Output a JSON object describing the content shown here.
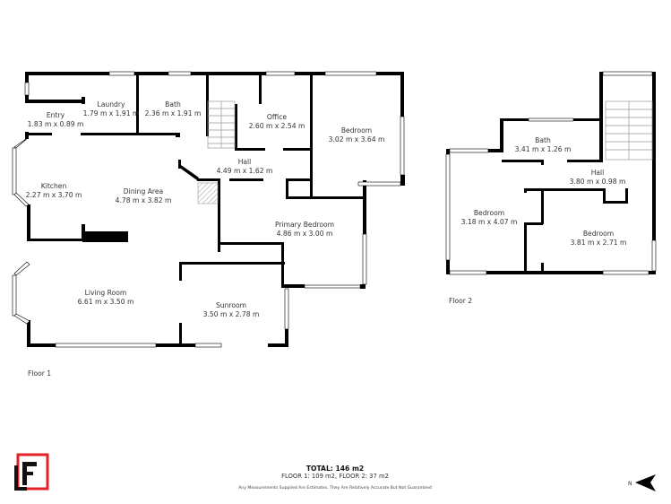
{
  "floor1": {
    "label": "Floor 1",
    "rooms": [
      {
        "name": "Entry",
        "dims": "1.83 m x 0.89 m"
      },
      {
        "name": "Laundry",
        "dims": "1.79 m x 1.91 m"
      },
      {
        "name": "Bath",
        "dims": "2.36 m x 1.91 m"
      },
      {
        "name": "Office",
        "dims": "2.60 m x 2.54 m"
      },
      {
        "name": "Bedroom",
        "dims": "3.02 m x 3.64 m"
      },
      {
        "name": "Hall",
        "dims": "4.49 m x 1.62 m"
      },
      {
        "name": "Kitchen",
        "dims": "2.27 m x 3.70 m"
      },
      {
        "name": "Dining Area",
        "dims": "4.78 m x 3.82 m"
      },
      {
        "name": "Primary Bedroom",
        "dims": "4.86 m x 3.00 m"
      },
      {
        "name": "Living Room",
        "dims": "6.61 m x 3.50 m"
      },
      {
        "name": "Sunroom",
        "dims": "3.50 m x 2.78 m"
      }
    ]
  },
  "floor2": {
    "label": "Floor 2",
    "rooms": [
      {
        "name": "Bath",
        "dims": "3.41 m x 1.26 m"
      },
      {
        "name": "Hall",
        "dims": "3.80 m x 0.98 m"
      },
      {
        "name": "Bedroom",
        "dims": "3.18 m x 4.07 m"
      },
      {
        "name": "Bedroom",
        "dims": "3.81 m x 2.71 m"
      }
    ]
  },
  "footer": {
    "total": "TOTAL: 146 m2",
    "floors": "FLOOR 1: 109 m2, FLOOR 2: 37 m2",
    "disclaimer": "Any Measurements Supplied Are Estimates. They Are Relatively Accurate But Not Guaranteed"
  },
  "logo": {
    "letter": "F",
    "accent": "#e32227",
    "icon": "brand-logo"
  },
  "compass": {
    "letter": "N",
    "icon": "north-arrow-icon"
  },
  "colors": {
    "wall": "#000000",
    "window": "#ffffff",
    "hatch": "#999999"
  }
}
